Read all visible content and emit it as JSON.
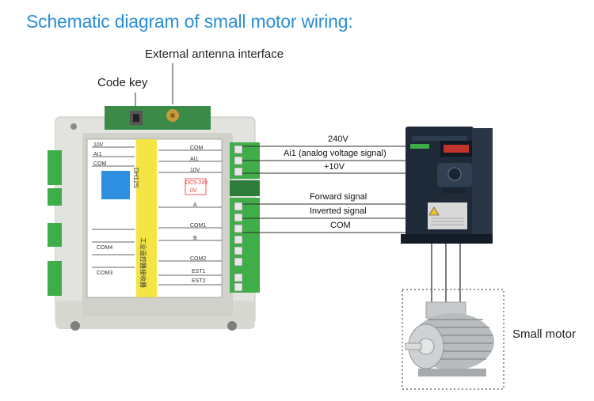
{
  "title": "Schematic diagram of small motor wiring:",
  "callouts": {
    "antenna": "External antenna interface",
    "code_key": "Code key",
    "motor": "Small motor"
  },
  "wires": {
    "v240": "240V",
    "ai1": "Ai1 (analog voltage signal)",
    "v10": "+10V",
    "forward": "Forward signal",
    "inverted": "Inverted signal",
    "com": "COM"
  },
  "receiver": {
    "model": "DH12S",
    "vertical_label": "工业遥控器接收器",
    "right_terminals": [
      "COM",
      "AI1",
      "10V",
      "A",
      "COM1",
      "B",
      "COM2",
      "EST1",
      "EST2"
    ],
    "left_terminals": [
      "10V",
      "AI1",
      "COM"
    ],
    "supply_label": "DC5-24V",
    "supply_zero": "0V",
    "com_labels": [
      "COM4",
      "COM3"
    ]
  },
  "colors": {
    "title": "#2a8fd6",
    "terminal_green": "#3fae49",
    "board_yellow": "#f4e545",
    "board_blue": "#2f8fe0",
    "inverter_body": "#1f2a38"
  }
}
